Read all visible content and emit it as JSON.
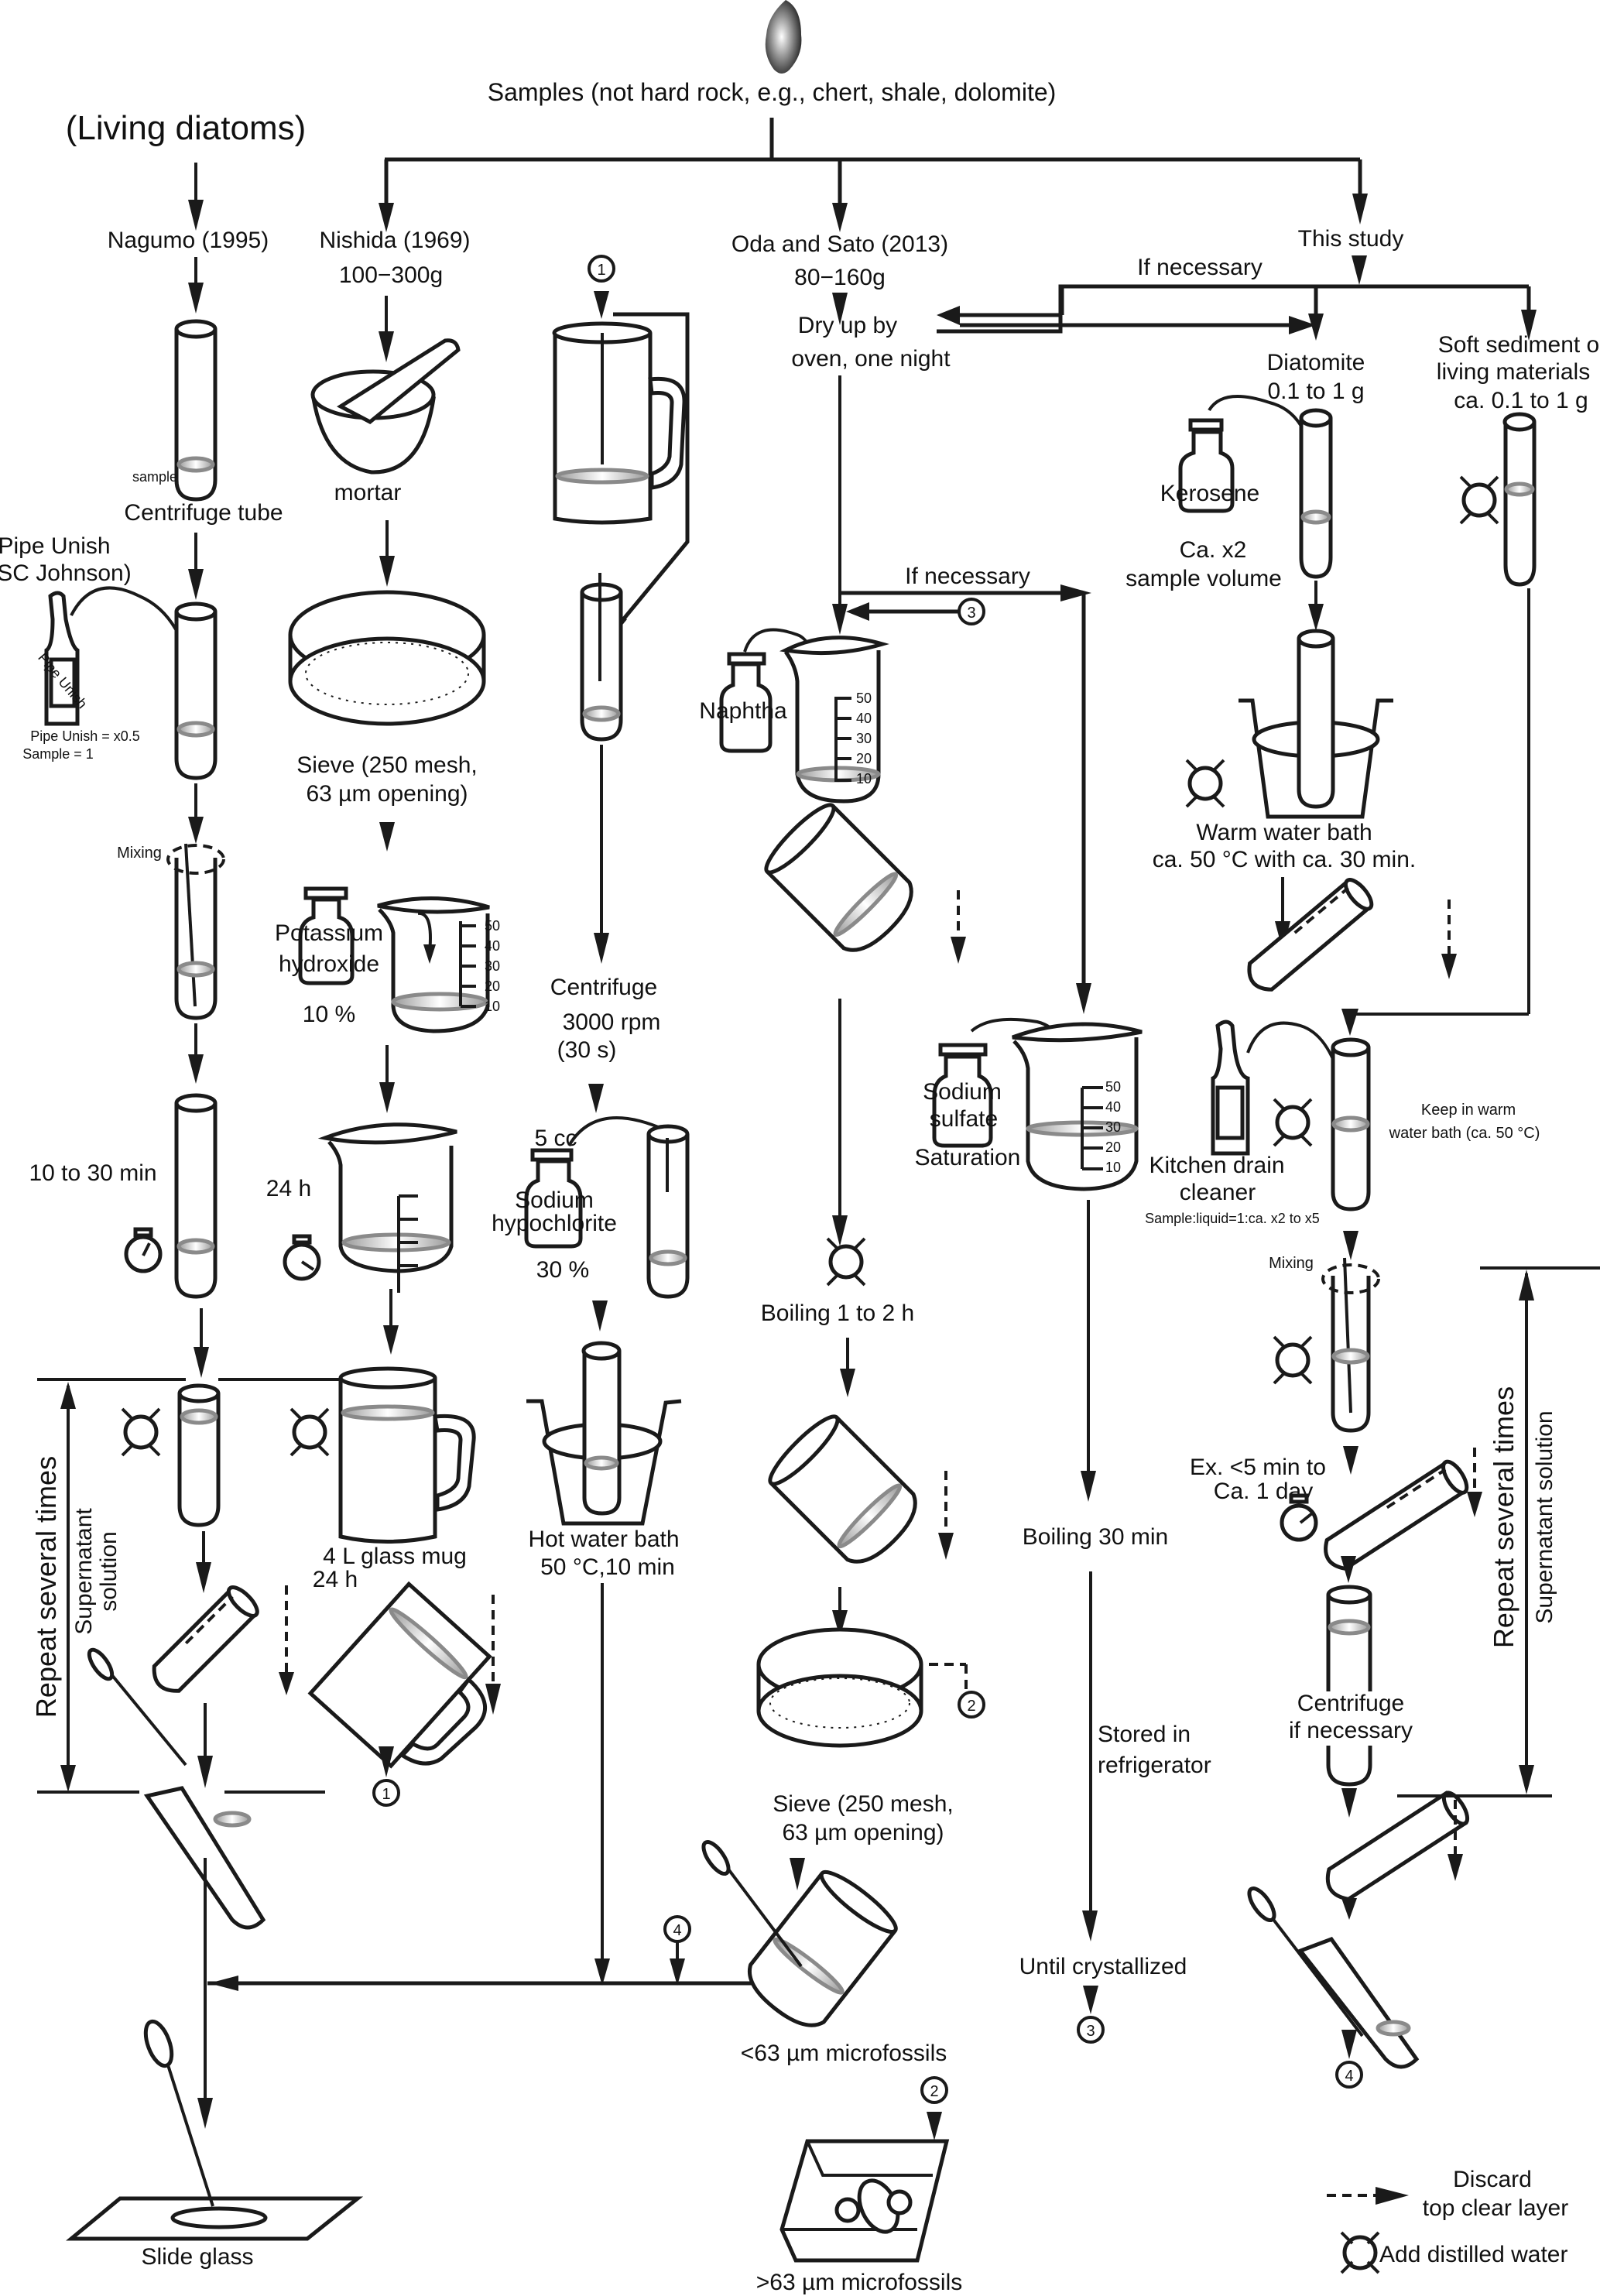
{
  "figure": {
    "top_title": "Samples (not hard rock, e.g., chert, shale, dolomite)",
    "living_label": "(Living diatoms)",
    "colors": {
      "ink": "#1a1a1a",
      "liquid_edge": "#8a8a8a",
      "background": "#ffffff"
    }
  },
  "nagumo": {
    "title": "Nagumo (1995)",
    "sample_label": "sample",
    "tube_label": "Centrifuge tube",
    "reagent": "Pipe Unish",
    "reagent_maker": "(SC Johnson)",
    "bottle_label": "Pipe Unish",
    "ratio_line1": "Pipe Unish = x0.5",
    "ratio_line2": "Sample = 1",
    "mixing": "Mixing",
    "wait": "10 to 30 min",
    "repeat": "Repeat several times",
    "supernatant": "Supernatant",
    "solution": "solution"
  },
  "nishida": {
    "title": "Nishida (1969)",
    "amount": "100−300g",
    "mortar": "mortar",
    "sieve_line1": "Sieve (250 mesh,",
    "sieve_line2": "63 µm opening)",
    "reagent_line1": "Potassium",
    "reagent_line2": "hydroxide",
    "concentration": "10 %",
    "wait": "24 h",
    "mug_label": "4 L  glass mug",
    "mug_wait": "24 h",
    "beaker_ticks": [
      "50",
      "40",
      "30",
      "20",
      "10"
    ]
  },
  "nishida_cont": {
    "marker_1": "1",
    "centrifuge": "Centrifuge",
    "rpm": "3000 rpm",
    "duration": "(30 s)",
    "volume": "5 cc",
    "reagent_line1": "Sodium",
    "reagent_line2": "hypochlorite",
    "concentration": "30 %",
    "bath_line1": "Hot water bath",
    "bath_line2": "50 °C,10 min"
  },
  "oda_sato": {
    "title": "Oda and Sato (2013)",
    "amount": "80−160g",
    "dry_line1": "Dry up by",
    "dry_line2": "oven, one night",
    "if_necessary": "If necessary",
    "marker_3": "3",
    "reagent": "Naphtha",
    "boiling": "Boiling 1 to 2 h",
    "marker_2": "2",
    "sieve_line1": "Sieve (250 mesh,",
    "sieve_line2": "63 µm opening)",
    "marker_4": "4",
    "fine_result": "<63 µm microfossils",
    "coarse_result": ">63 µm microfossils",
    "sulfate_line1": "Sodium",
    "sulfate_line2": "sulfate",
    "sulfate_line3": "Saturation",
    "boiling_short": "Boiling 30 min",
    "stored_line1": "Stored in",
    "stored_line2": "refrigerator",
    "until": "Until crystallized"
  },
  "this_study": {
    "title": "This study",
    "if_necessary": "If necessary",
    "diatomite_line1": "Diatomite",
    "diatomite_line2": "0.1 to 1 g",
    "soft_line1": "Soft sediment or",
    "soft_line2": "living materials",
    "soft_line3": "ca. 0.1 to 1 g",
    "reagent": "Kerosene",
    "reagent_amount_line1": "Ca. x2",
    "reagent_amount_line2": "sample volume",
    "bath_line1": "Warm water bath",
    "bath_line2": "ca. 50 °C with ca. 30 min.",
    "cleaner_line1": "Kitchen drain",
    "cleaner_line2": "cleaner",
    "cleaner_ratio": "Sample:liquid=1:ca. x2 to x5",
    "keep_line1": "Keep in warm",
    "keep_line2": "water bath (ca. 50 °C)",
    "mixing": "Mixing",
    "wait_line1": "Ex. <5 min to",
    "wait_line2": "Ca. 1 day",
    "centrifuge_line1": "Centrifuge",
    "centrifuge_line2": "if necessary",
    "repeat": "Repeat several times",
    "supernatant": "Supernatant solution",
    "marker_4": "4"
  },
  "final": {
    "slide": "Slide glass"
  },
  "legend": {
    "discard_line1": "Discard",
    "discard_line2": "top clear layer",
    "water": "Add distilled water"
  }
}
